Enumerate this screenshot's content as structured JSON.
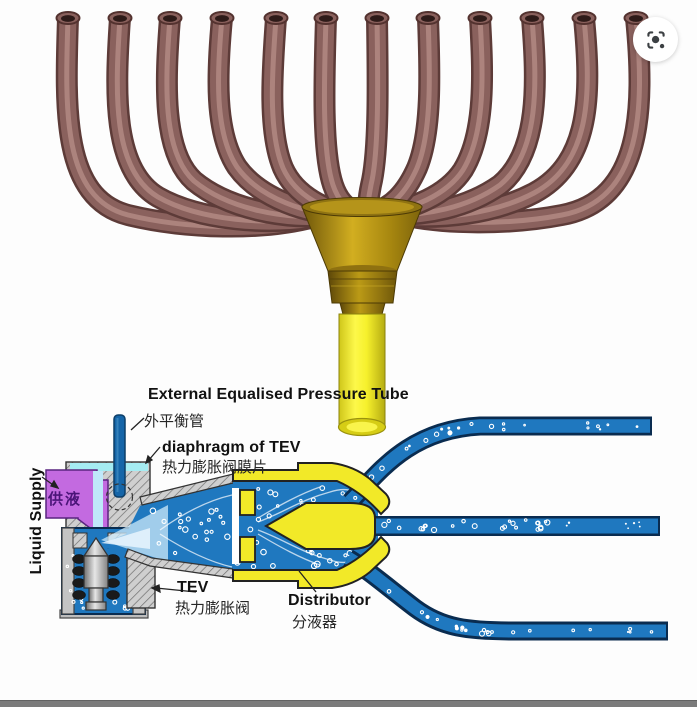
{
  "diagram": {
    "subject": "refrigerant distributor and thermostatic expansion valve cross-section",
    "tubes_3d_count": 12,
    "outlet_tubes_schematic_count": 3
  },
  "labels": {
    "equalizer_en": "External Equalised Pressure Tube",
    "equalizer_zh": "外平衡管",
    "diaphragm_en": "diaphragm of TEV",
    "diaphragm_zh": "热力膨胀阀膜片",
    "liquid_supply_en": "Liquid Supply",
    "liquid_supply_zh": "供液",
    "tev_en": "TEV",
    "tev_zh": "热力膨胀阀",
    "distributor_en": "Distributor",
    "distributor_zh": "分液器"
  },
  "icons": {
    "lens_button": "camera-search-icon"
  },
  "colors": {
    "background": "#fdfdfd",
    "copper_tube": "#8a615d",
    "brass_head": "#b5941a",
    "yellow_part": "#f2e928",
    "refrigerant_blue": "#1f78bf",
    "tube_outline_navy": "#0a2c50",
    "liquid_purple": "#c36ae0",
    "diaphragm_cyan": "#a5ecf2",
    "metal_hatch_gray": "#cfcfcf",
    "bottom_bar_gray": "#7b7b7b"
  }
}
